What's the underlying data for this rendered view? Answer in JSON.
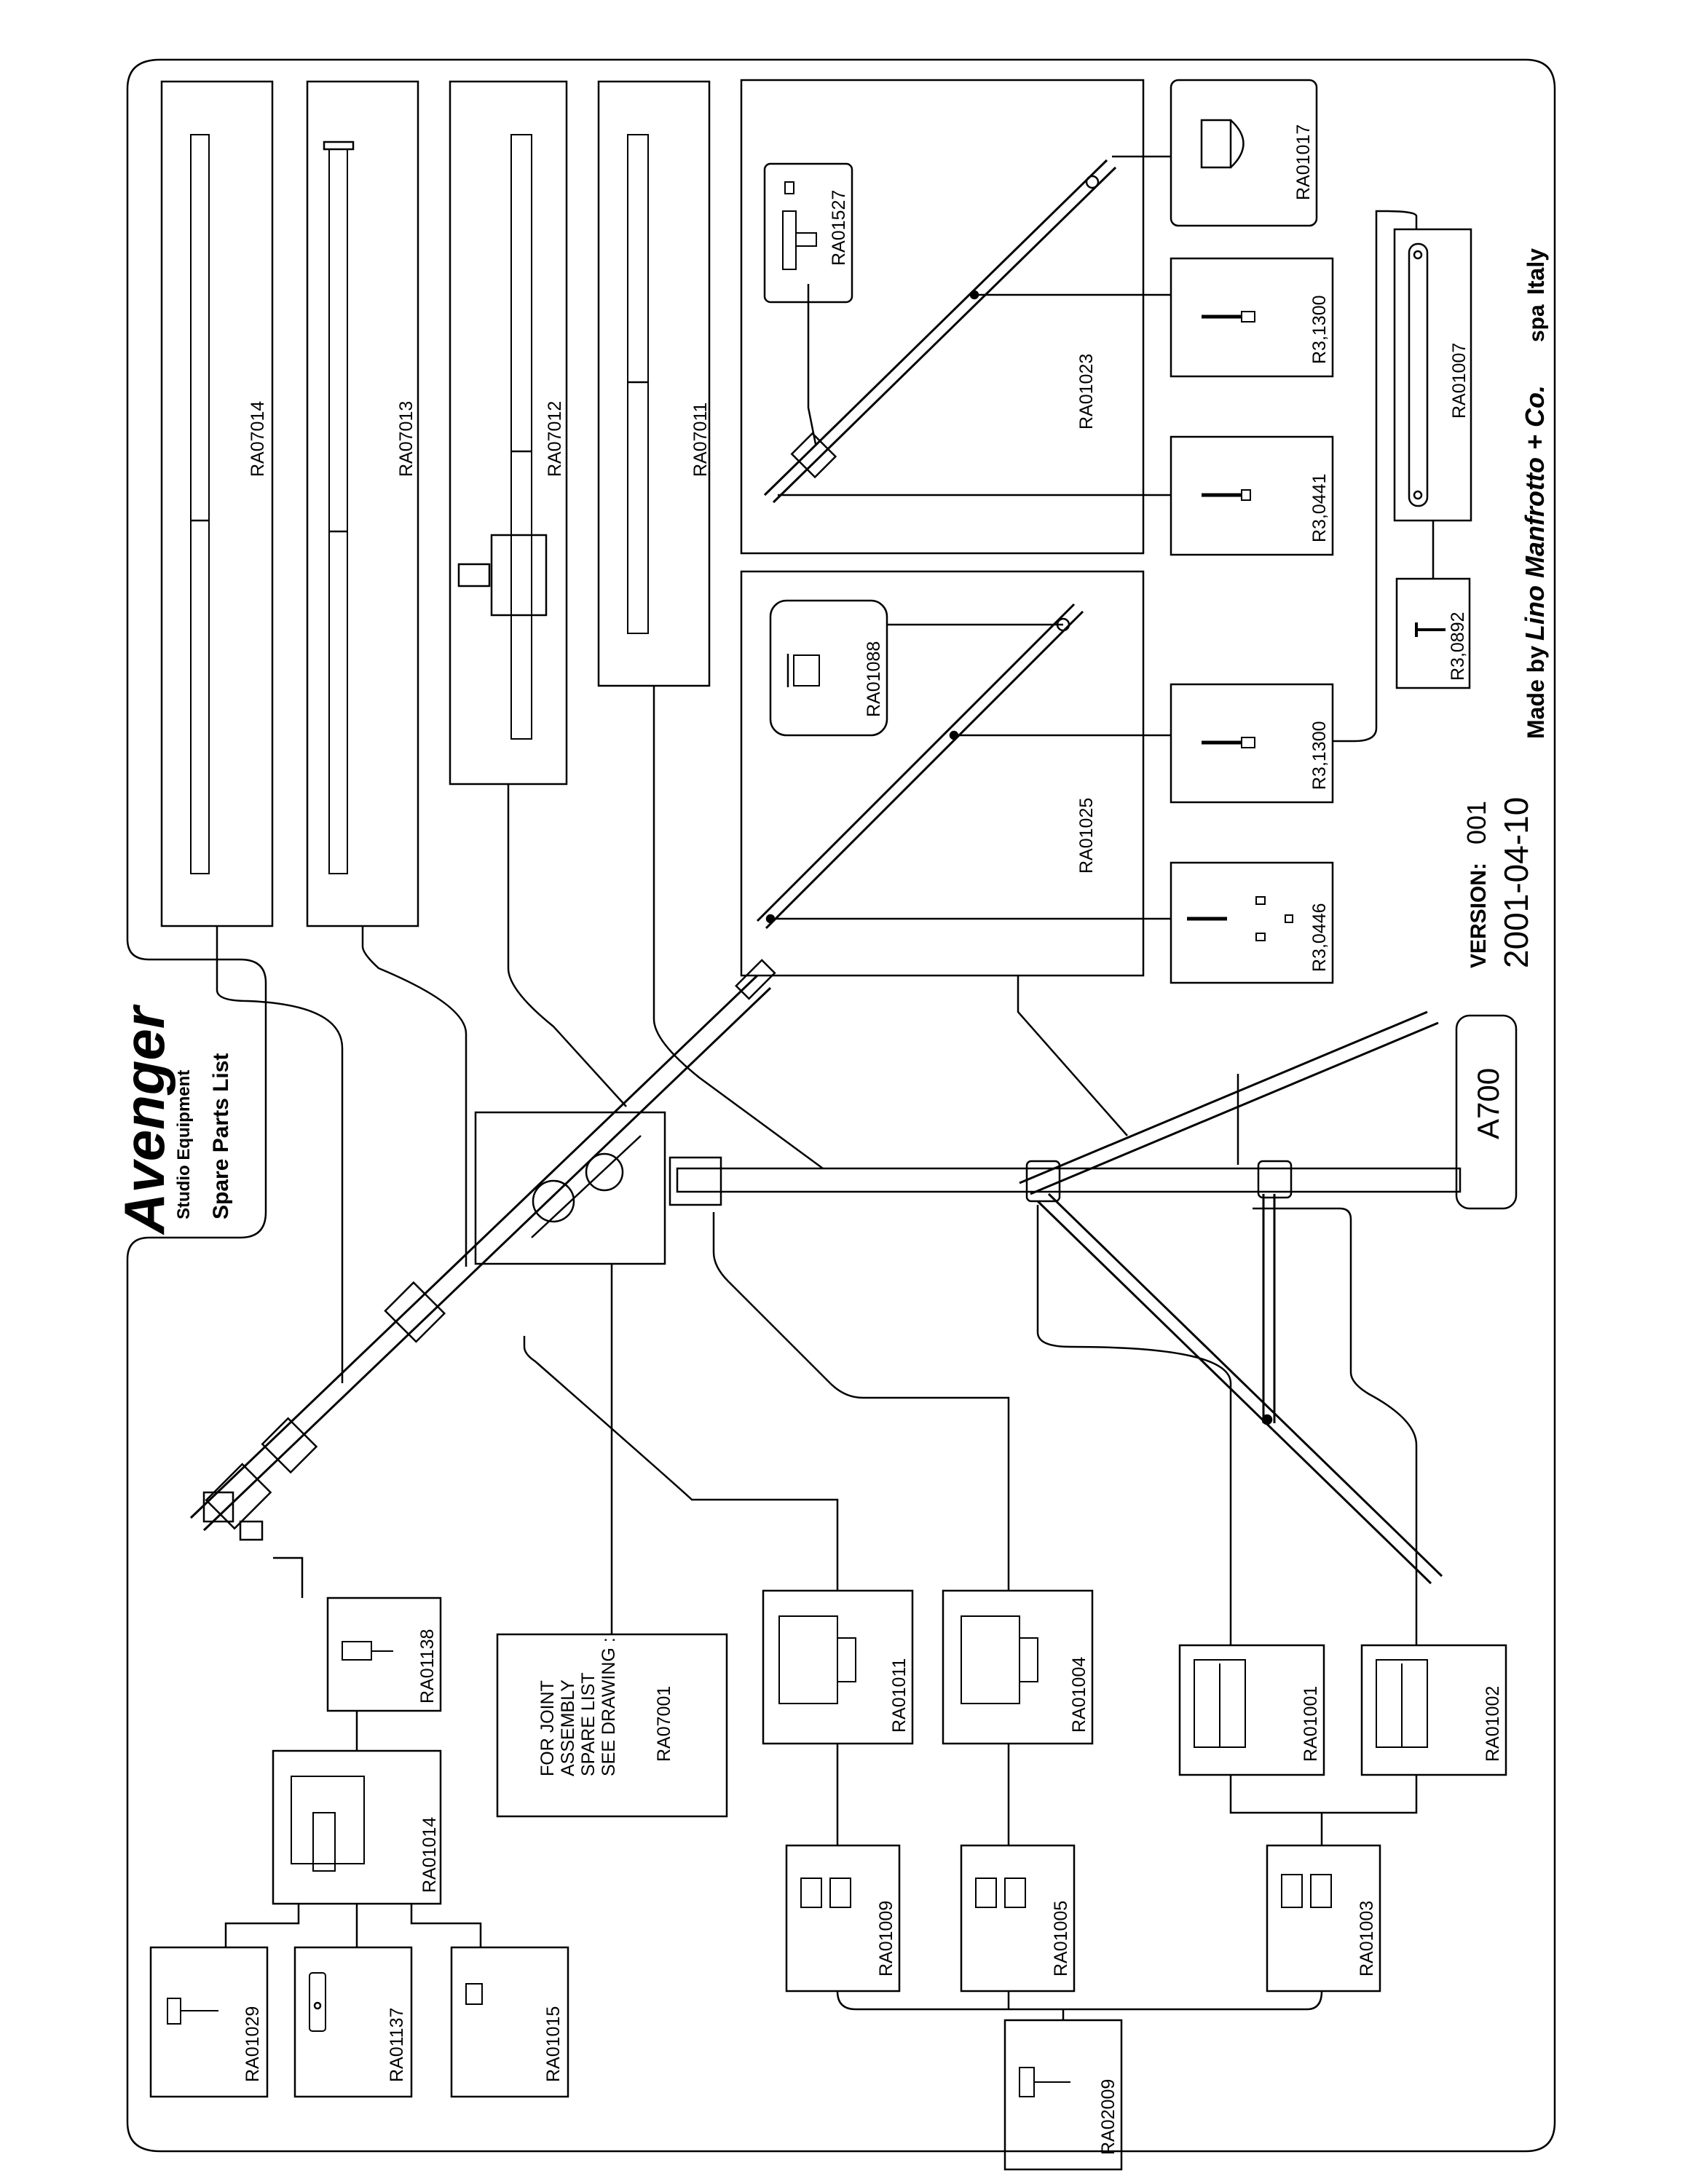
{
  "brand": {
    "logo": "Avenger",
    "logo_sub": "Studio Equipment",
    "title": "Spare Parts List"
  },
  "model": "A700",
  "version_label": "VERSION:",
  "version_number": "001",
  "date": "2001-04-10",
  "maker": {
    "prefix": "Made by",
    "name": "Lino Manfrotto + Co.",
    "suffix": "spa",
    "country": "Italy"
  },
  "joint_note": {
    "line1": "FOR JOINT",
    "line2": "ASSEMBLY",
    "line3": "SPARE LIST",
    "line4": "SEE DRAWING :",
    "ref": "RA07001"
  },
  "parts": {
    "ra07014": "RA07014",
    "ra07013": "RA07013",
    "ra07012": "RA07012",
    "ra07011": "RA07011",
    "ra01023": "RA01023",
    "ra01527": "RA01527",
    "ra01017": "RA01017",
    "r31300_top": "R3,1300",
    "r30441": "R3,0441",
    "ra01007": "RA01007",
    "r30892": "R3,0892",
    "ra01025": "RA01025",
    "ra01088": "RA01088",
    "r31300_mid": "R3,1300",
    "r30446": "R3,0446",
    "ra01138": "RA01138",
    "ra01014": "RA01014",
    "ra01029": "RA01029",
    "ra01137": "RA01137",
    "ra01015": "RA01015",
    "ra01011": "RA01011",
    "ra01004": "RA01004",
    "ra01001": "RA01001",
    "ra01002": "RA01002",
    "ra01009": "RA01009",
    "ra01005": "RA01005",
    "ra01003": "RA01003",
    "ra02009": "RA02009"
  }
}
